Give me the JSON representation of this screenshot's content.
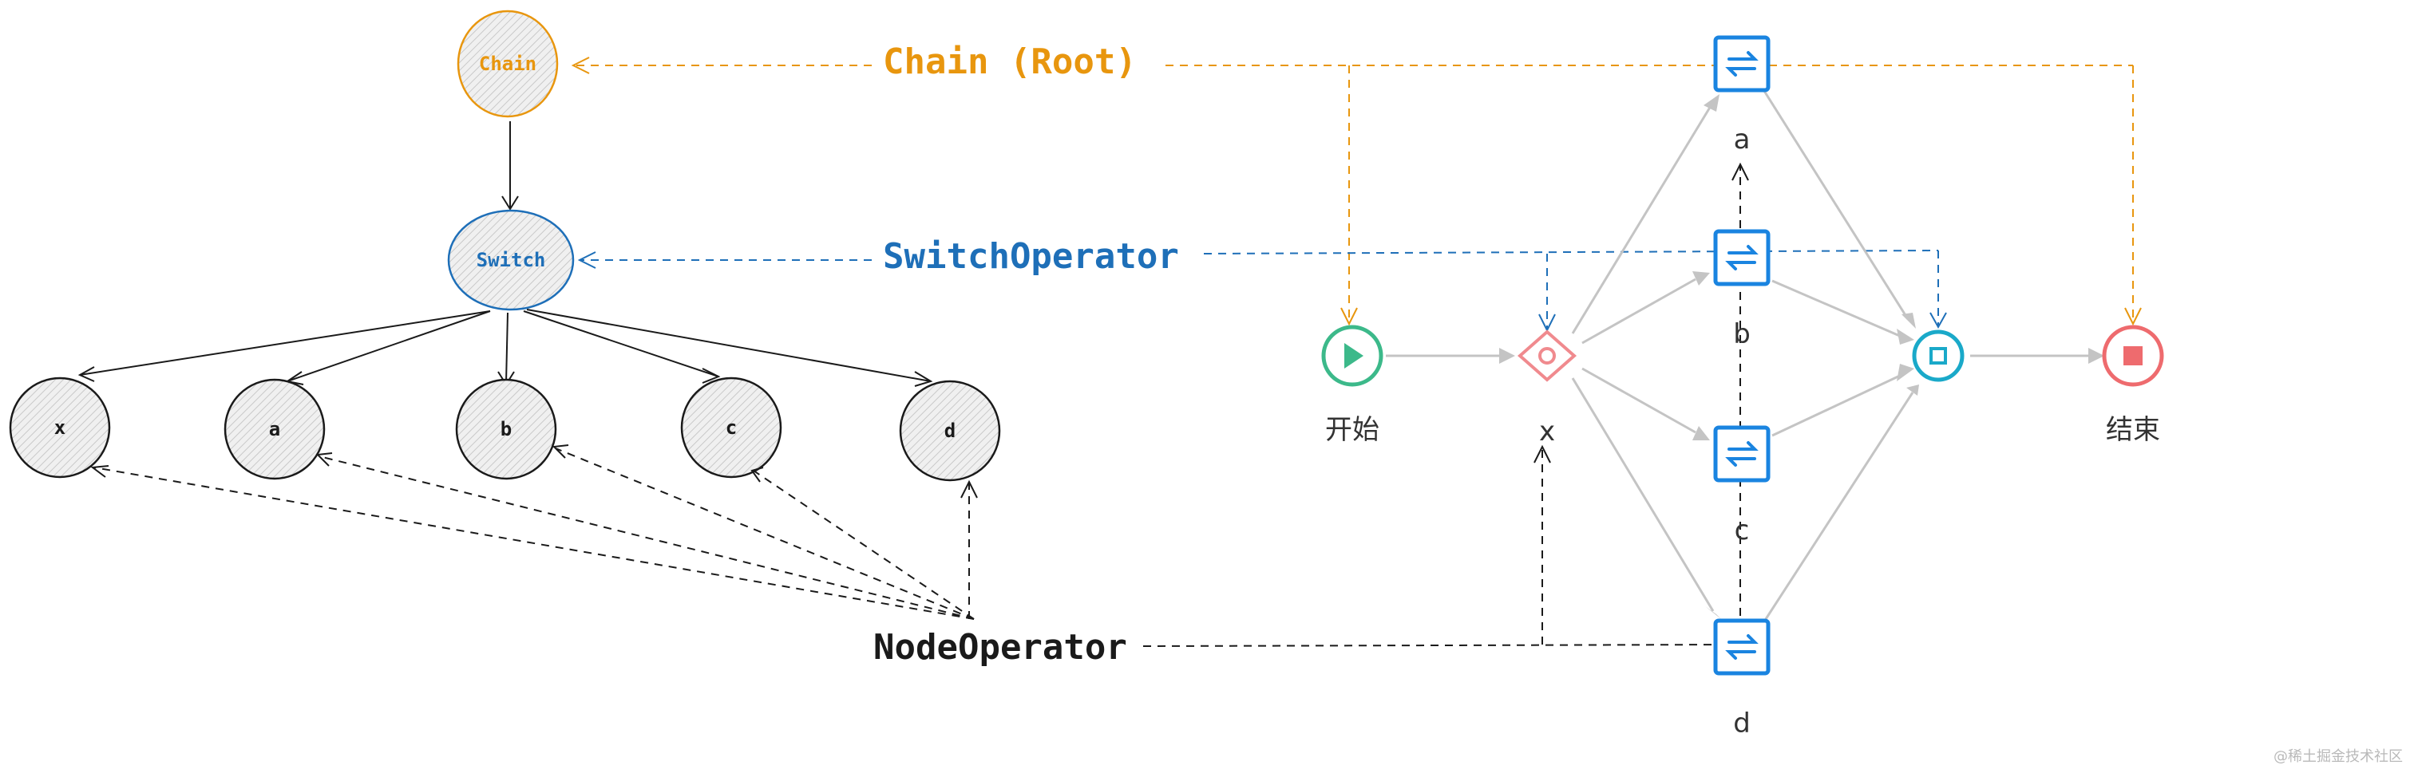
{
  "tree": {
    "root": "Chain",
    "switch": "Switch",
    "leaves": [
      "x",
      "a",
      "b",
      "c",
      "d"
    ]
  },
  "labels": {
    "chain": "Chain (Root)",
    "switch_operator": "SwitchOperator",
    "node_operator": "NodeOperator"
  },
  "flow": {
    "start": "开始",
    "end": "结束",
    "gateway": "x",
    "tasks": [
      "a",
      "b",
      "c",
      "d"
    ]
  },
  "watermark": "@稀土掘金技术社区",
  "colors": {
    "chain": "#e8960e",
    "switch": "#1e6fb8",
    "start": "#3cb98a",
    "gateway": "#f08a8e",
    "task": "#1a84e0",
    "merge": "#1aa9c9",
    "end": "#ee6b6e",
    "connector": "#c4c4c4",
    "ink": "#1a1a1a"
  }
}
